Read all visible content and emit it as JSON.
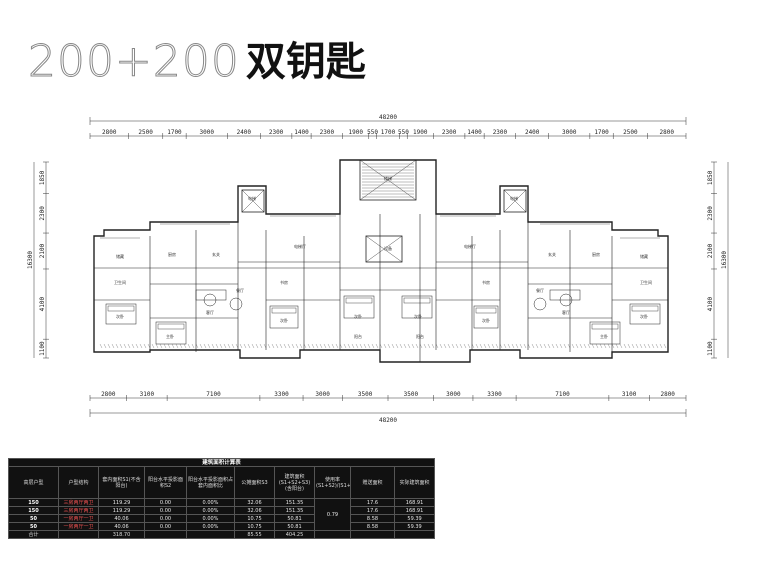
{
  "title": {
    "number": "200+200",
    "text": "双钥匙"
  },
  "dims": {
    "overall": "48200",
    "top": [
      "2800",
      "2500",
      "1700",
      "3000",
      "2400",
      "2300",
      "1400",
      "2300",
      "1900",
      "550",
      "1700",
      "550",
      "1900",
      "2300",
      "1400",
      "2300",
      "2400",
      "3000",
      "1700",
      "2500",
      "2800"
    ],
    "bottom": [
      "2800",
      "3100",
      "7100",
      "3300",
      "3000",
      "3500",
      "3500",
      "3000",
      "3300",
      "7100",
      "3100",
      "2800"
    ],
    "left": [
      "1850",
      "2300",
      "2100",
      "4100",
      "1100"
    ],
    "right": [
      "1850",
      "2300",
      "2100",
      "4100",
      "1100"
    ],
    "side_total": "16300"
  },
  "rooms": [
    "客厅",
    "餐厅",
    "主卧",
    "次卧",
    "厨房",
    "卫生间",
    "阳台",
    "电梯",
    "楼梯",
    "电梯厅",
    "玄关",
    "书房",
    "储藏",
    "设备"
  ],
  "table": {
    "caption": "建筑面积计算表",
    "headers": [
      "高层户型",
      "户型结构",
      "套内面积S1(不含阳台)",
      "阳台水平投影面积S2",
      "阳台水平投影面积占套内面积比",
      "公摊面积S3",
      "建筑面积(S1+S2+S3)(含阳台)",
      "使用率(S1+S2)/(S1+S2+S3)",
      "赠送面积",
      "实际建筑面积"
    ],
    "rows": [
      {
        "type": "150",
        "structure": "三房两厅两卫",
        "s1": "119.29",
        "s2": "0.00",
        "ratio": "0.00%",
        "s3": "32.06",
        "total": "151.35",
        "gift": "17.6",
        "actual": "168.91"
      },
      {
        "type": "150",
        "structure": "三房两厅两卫",
        "s1": "119.29",
        "s2": "0.00",
        "ratio": "0.00%",
        "s3": "32.06",
        "total": "151.35",
        "gift": "17.6",
        "actual": "168.91"
      },
      {
        "type": "50",
        "structure": "一房两厅一卫",
        "s1": "40.06",
        "s2": "0.00",
        "ratio": "0.00%",
        "s3": "10.75",
        "total": "50.81",
        "gift": "8.58",
        "actual": "59.39"
      },
      {
        "type": "50",
        "structure": "一房两厅一卫",
        "s1": "40.06",
        "s2": "0.00",
        "ratio": "0.00%",
        "s3": "10.75",
        "total": "50.81",
        "gift": "8.58",
        "actual": "59.39"
      }
    ],
    "use_rate": "0.79",
    "total": {
      "label": "合计",
      "s1": "318.70",
      "s3": "85.55",
      "total": "404.25"
    }
  }
}
